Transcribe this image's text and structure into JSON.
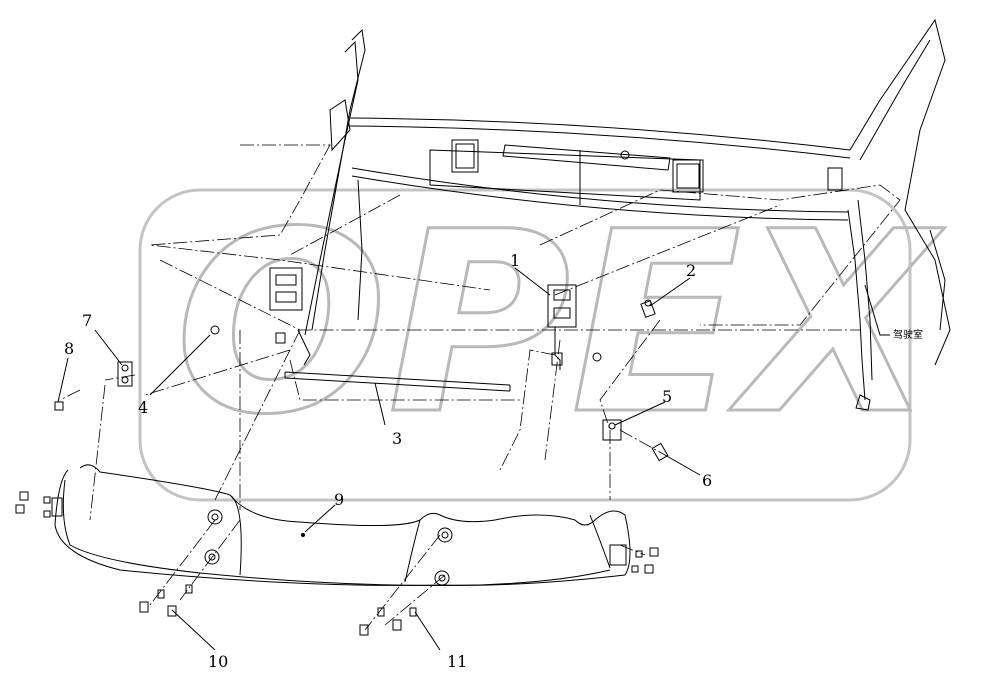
{
  "watermark": "OPEX",
  "callouts": [
    "1",
    "2",
    "3",
    "4",
    "5",
    "6",
    "7",
    "8",
    "9",
    "10",
    "11"
  ],
  "cab_label": "驾驶室",
  "colors": {
    "line": "#000000",
    "watermark": "#b9b9b9"
  }
}
